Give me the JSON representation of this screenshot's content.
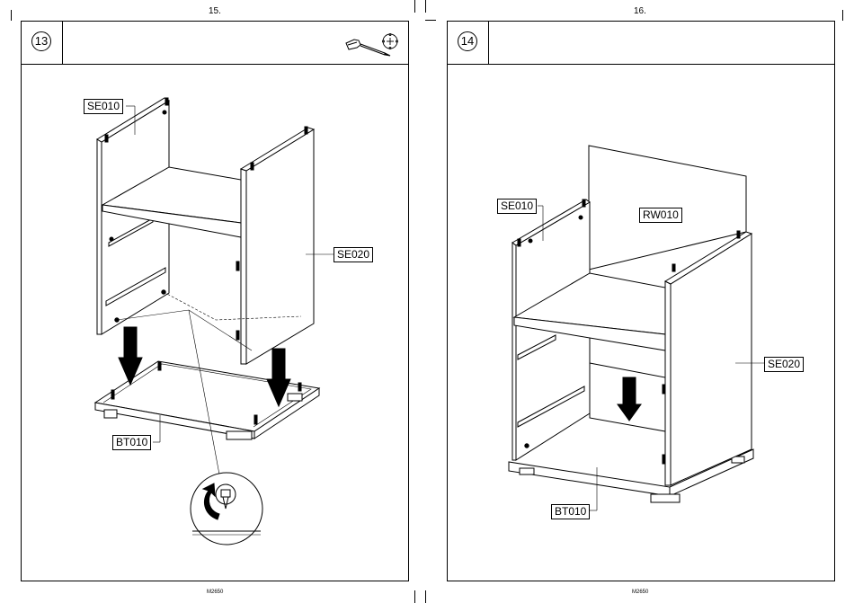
{
  "left_page": {
    "page_number": "15.",
    "step_number": "13",
    "footer_code": "M2650",
    "tools": [
      "screwdriver-icon",
      "cam-lock-icon"
    ],
    "labels": {
      "side_left": "SE010",
      "side_right": "SE020",
      "bottom": "BT010"
    }
  },
  "right_page": {
    "page_number": "16.",
    "step_number": "14",
    "footer_code": "M2650",
    "labels": {
      "side_left": "SE010",
      "back_panel": "RW010",
      "side_right": "SE020",
      "bottom": "BT010"
    }
  }
}
